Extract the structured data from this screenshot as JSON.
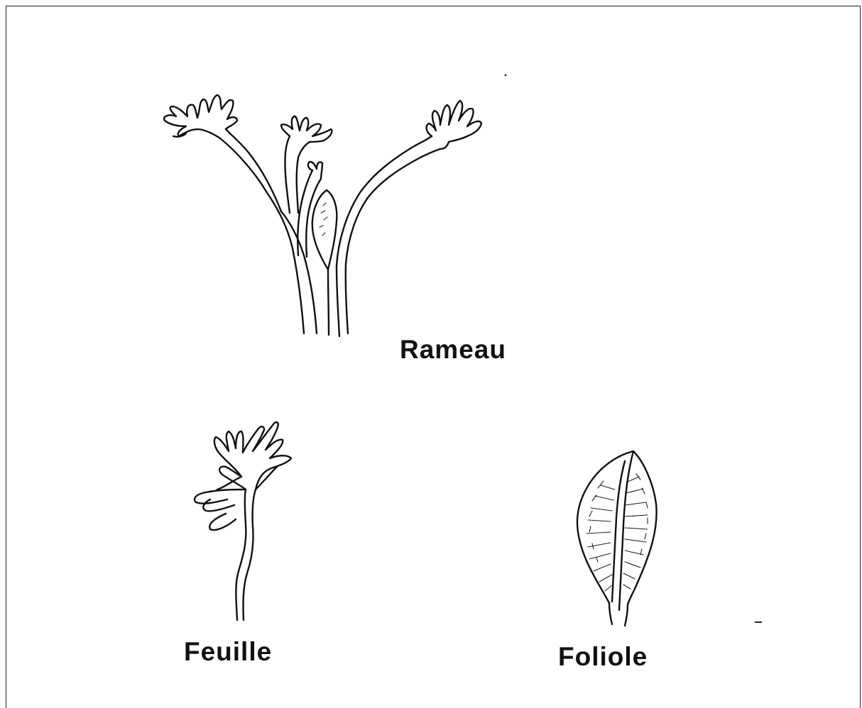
{
  "figure": {
    "labels": {
      "rameau": "Rameau",
      "feuille": "Feuille",
      "foliole": "Foliole"
    },
    "colors": {
      "ink": "#111111",
      "background": "#ffffff"
    }
  }
}
